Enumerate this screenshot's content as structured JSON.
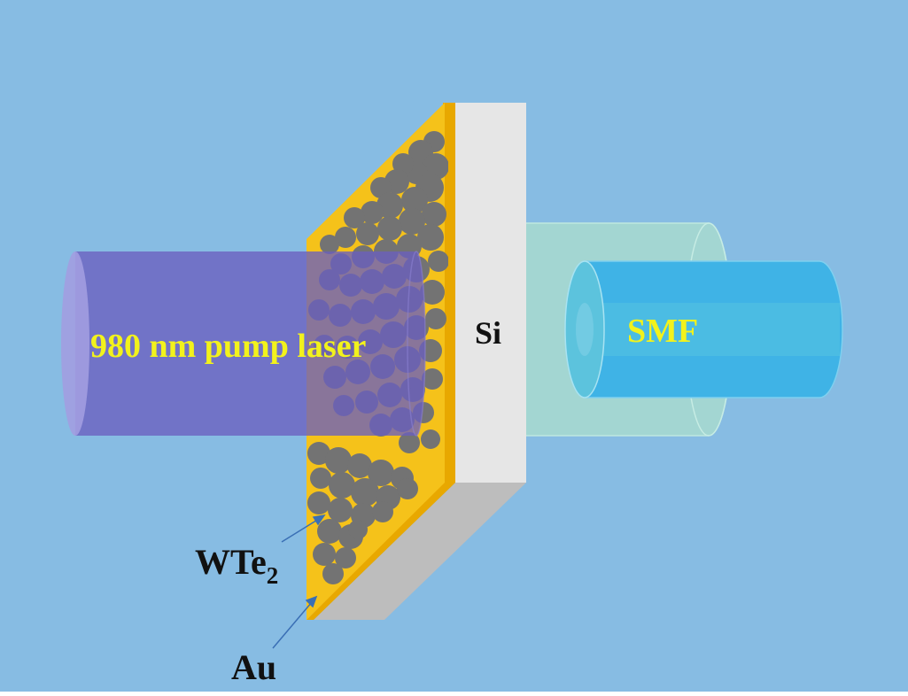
{
  "labels": {
    "pump_laser": "980 nm pump laser",
    "si": "Si",
    "smf": "SMF",
    "wte2_main": "WTe",
    "wte2_sub": "2",
    "au": "Au"
  },
  "colors": {
    "background": "#87bce3",
    "laser": "#6a5fbf",
    "gold": "#f5c21a",
    "gold_edge": "#e8a800",
    "flake": "#737373",
    "silicon_face": "#e6e6e6",
    "silicon_edge": "#bdbdbd",
    "smf_outer": "#a6d8cf",
    "smf_inner": "#3fb3e6",
    "label_yellow": "#f2f21c",
    "label_dark": "#111111"
  }
}
